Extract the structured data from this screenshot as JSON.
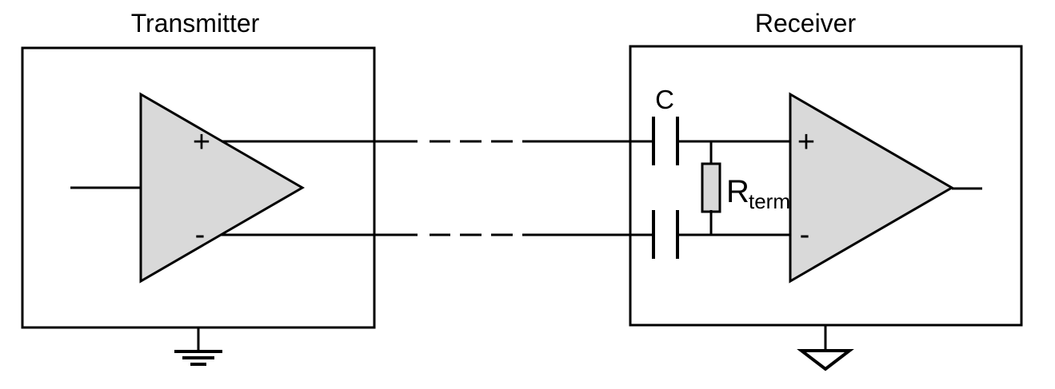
{
  "diagram": {
    "background_color": "#ffffff",
    "line_color": "#000000",
    "fill_color": "#d9d9d9",
    "transmitter": {
      "title": "Transmitter",
      "amp_plus_label": "+",
      "amp_minus_label": "-"
    },
    "receiver": {
      "title": "Receiver",
      "amp_plus_label": "+",
      "amp_minus_label": "-",
      "capacitor_label": "C",
      "resistor_label_main": "R",
      "resistor_label_sub": "term"
    }
  }
}
